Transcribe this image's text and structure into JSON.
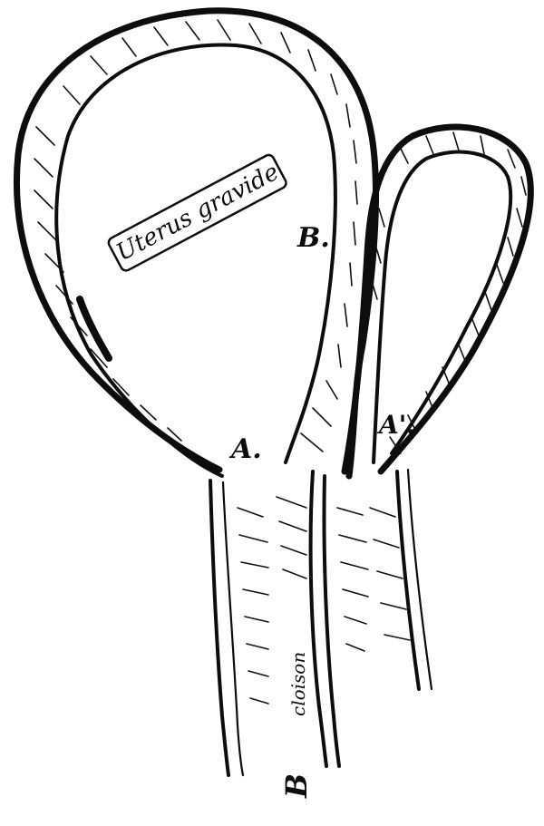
{
  "figure": {
    "structures": {
      "gravid_uterus": {
        "label": "Uterus gravide",
        "marker": "B."
      },
      "nongravid_uterus": {
        "marker": "A'."
      },
      "left_orifice": {
        "marker": "A."
      },
      "cloison": {
        "label": "cloison",
        "marker": "B"
      }
    },
    "colors": {
      "ink": "#0d0d0d",
      "paper": "#ffffff"
    }
  }
}
